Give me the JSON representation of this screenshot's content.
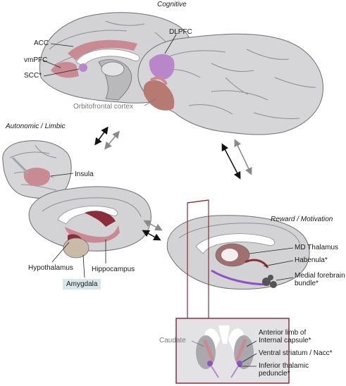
{
  "sections": {
    "cognitive": "Cognitive",
    "autonomic": "Autonomic / Limbic",
    "reward": "Reward / Motivation"
  },
  "labels": {
    "acc": "ACC",
    "vmpfc": "vmPFC",
    "scc": "SCC*",
    "dlpfc": "DLPFC",
    "ofc": "Orbitofrontal cortex",
    "insula": "Insula",
    "hypothalamus": "Hypothalamus",
    "hippocampus": "Hippocampus",
    "amygdala": "Amygdala",
    "md_thalamus": "MD Thalamus",
    "habenula": "Habenula*",
    "mfb": "Medial forebrain bundle*",
    "caudate": "Caudate",
    "alic": "Anterior limb of Internal capsule*",
    "vs": "Ventral striatum / Nacc*",
    "itp": "Inferior thalamic peduncle*"
  },
  "colors": {
    "brain": "#d6d6d8",
    "brain_outline": "#6f6f72",
    "sulcus": "#8e8e92",
    "midline_dark": "#b0b0b3",
    "pink": "#c98a94",
    "rose": "#b77a73",
    "violet": "#b787c8",
    "purple": "#8c52c4",
    "dark_red": "#8a2e3b",
    "teal_box": "#d9e7ea",
    "arrow_dark": "#111111",
    "arrow_gray": "#8a8a8a"
  }
}
